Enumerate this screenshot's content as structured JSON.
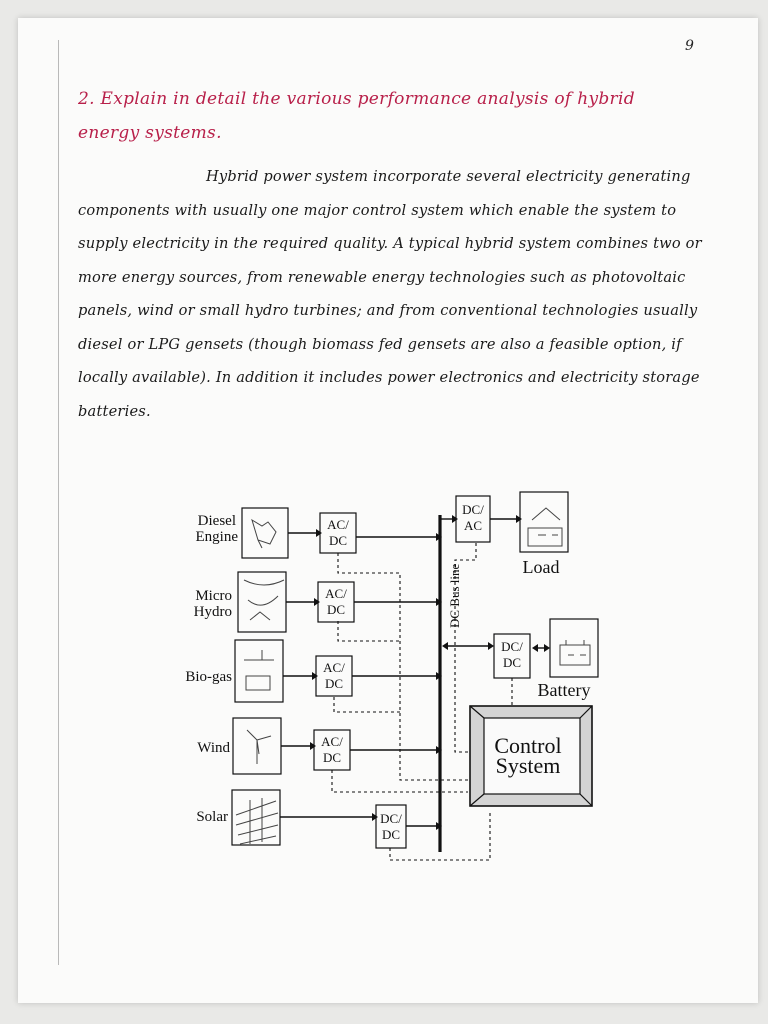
{
  "page_number": "9",
  "question": "2. Explain in detail the various performance analysis of hybrid energy systems.",
  "answer": "Hybrid power system incorporate several electricity generating components with usually one major control system which enable the system to supply electricity in the required quality. A typical hybrid system combines two or more energy sources, from renewable energy technologies such as photovoltaic panels, wind or small hydro turbines; and from conventional technologies usually diesel or LPG gensets (though biomass fed gensets are also a feasible option, if locally available). In addition it includes power electronics and electricity storage batteries.",
  "diagram": {
    "sources": [
      {
        "name_line1": "Diesel",
        "name_line2": "Engine",
        "icon": "diesel-engine-icon",
        "converter_line1": "AC/",
        "converter_line2": "DC"
      },
      {
        "name_line1": "Micro",
        "name_line2": "Hydro",
        "icon": "micro-hydro-icon",
        "converter_line1": "AC/",
        "converter_line2": "DC"
      },
      {
        "name_line1": "Bio-gas",
        "name_line2": "",
        "icon": "biogas-icon",
        "converter_line1": "AC/",
        "converter_line2": "DC"
      },
      {
        "name_line1": "Wind",
        "name_line2": "",
        "icon": "wind-turbine-icon",
        "converter_line1": "AC/",
        "converter_line2": "DC"
      },
      {
        "name_line1": "Solar",
        "name_line2": "",
        "icon": "solar-panel-icon",
        "converter_line1": "DC/",
        "converter_line2": "DC"
      }
    ],
    "bus_label": "DC Bus line",
    "load_converter_line1": "DC/",
    "load_converter_line2": "AC",
    "load_label": "Load",
    "battery_converter_line1": "DC/",
    "battery_converter_line2": "DC",
    "battery_label": "Battery",
    "control_line1": "Control",
    "control_line2": "System"
  }
}
